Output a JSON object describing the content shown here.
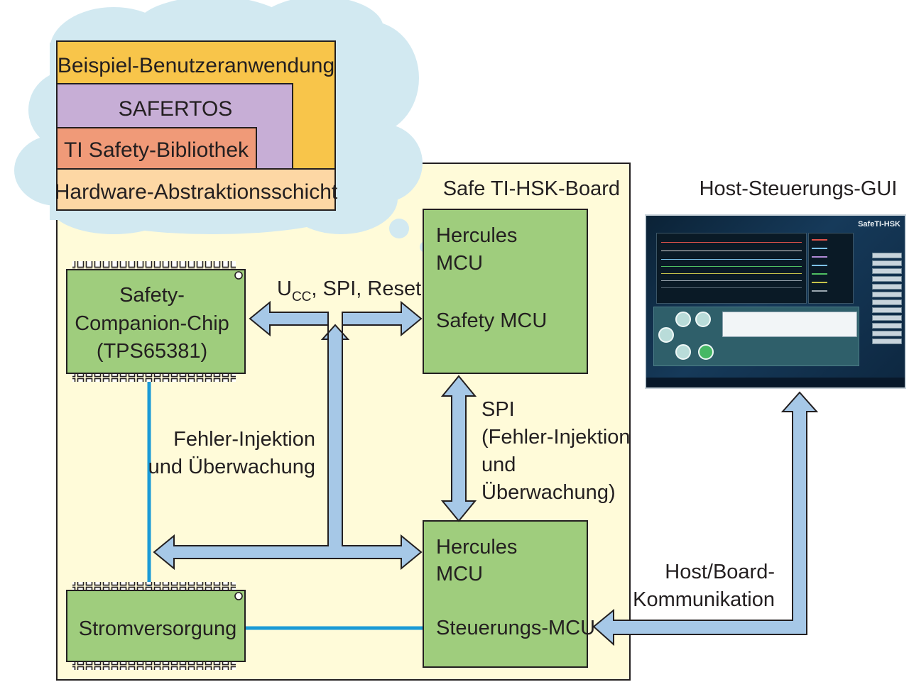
{
  "software_stack": {
    "application": "Beispiel-Benutzeranwendung",
    "rtos": "SAFERTOS",
    "safety_library": "TI Safety-Bibliothek",
    "hal": "Hardware-Abstraktionsschicht"
  },
  "board": {
    "title": "Safe TI-HSK-Board",
    "companion_chip": {
      "line1": "Safety-",
      "line2": "Companion-Chip",
      "line3": "(TPS65381)"
    },
    "power_supply": "Stromversorgung",
    "safety_mcu": {
      "line1": "Hercules",
      "line2": "MCU",
      "line3": "Safety MCU"
    },
    "control_mcu": {
      "line1": "Hercules",
      "line2": "MCU",
      "line3": "Steuerungs-MCU"
    }
  },
  "links": {
    "ucc_spi_reset": {
      "main": "U",
      "sub": "CC",
      "rest": ", SPI, Reset"
    },
    "fault_injection": {
      "line1": "Fehler-Injektion",
      "line2": "und Überwachung"
    },
    "spi_link": {
      "line1": "SPI",
      "line2": "(Fehler-Injektion",
      "line3": "und",
      "line4": "Überwachung)"
    },
    "host_comm": {
      "line1": "Host/Board-",
      "line2": "Kommunikation"
    }
  },
  "host": {
    "title": "Host-Steuerungs-GUI",
    "window_title": "SafeTI-HSK"
  },
  "colors": {
    "cloud": "#d2e9f1",
    "board_bg": "#fffbd9",
    "green_box": "#9fcd7d",
    "arrow_fill": "#a6c8e7",
    "blue_line": "#1a9ad6",
    "stack_app": "#f8c54a",
    "stack_rtos": "#c7aed6",
    "stack_lib": "#f09a78",
    "stack_hal": "#fdd7a4"
  }
}
